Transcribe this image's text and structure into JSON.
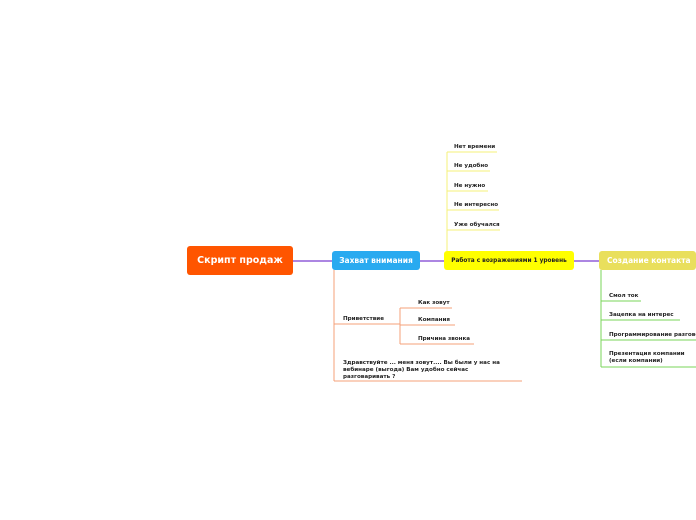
{
  "root": {
    "label": "Скрипт продаж",
    "color": "#ff5500"
  },
  "main": [
    {
      "label": "Захват внимания",
      "color": "#29aaf0"
    },
    {
      "label": "Работа с возражениями 1 уровень",
      "color": "#ffff00"
    },
    {
      "label": "Создание контакта",
      "color": "#e9df5c"
    }
  ],
  "objections": [
    "Нет времени",
    "Не удобно",
    "Не нужно",
    "Не интересно",
    "Уже обучался"
  ],
  "greeting": {
    "label": "Приветствие",
    "children": [
      "Как зовут",
      "Компания",
      "Причина звонка"
    ]
  },
  "greeting_script": "Здравствуйте ... меня зовут.... Вы были у нас на вебинаре  (выгода)  Вам удобно сейчас разговаривать ?",
  "contact_items": [
    "Смол ток",
    "Зацепка на интерес",
    "Программирование разговора",
    "Презентация компании (если компании)"
  ],
  "colors": {
    "connector_purple": "#7a3fd0",
    "branch_orange": "#f4a07a",
    "branch_yellow": "#f5f07a",
    "branch_green": "#7ad65a"
  }
}
